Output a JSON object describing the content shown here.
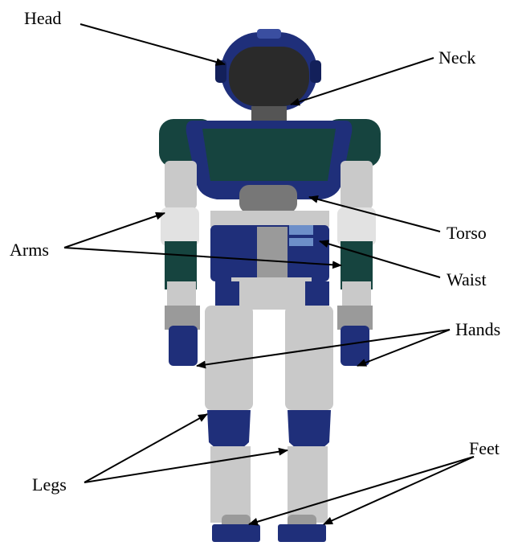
{
  "labels": {
    "head": "Head",
    "neck": "Neck",
    "torso": "Torso",
    "arms": "Arms",
    "waist": "Waist",
    "hands": "Hands",
    "legs": "Legs",
    "feet": "Feet"
  },
  "colors": {
    "navy": "#1f2f7a",
    "navy_dark": "#13205a",
    "teal_dark": "#16443f",
    "silver": "#c9c9c9",
    "silver_light": "#e2e2e2",
    "silver_dark": "#9a9a9a",
    "visor": "#2a2a2a"
  }
}
